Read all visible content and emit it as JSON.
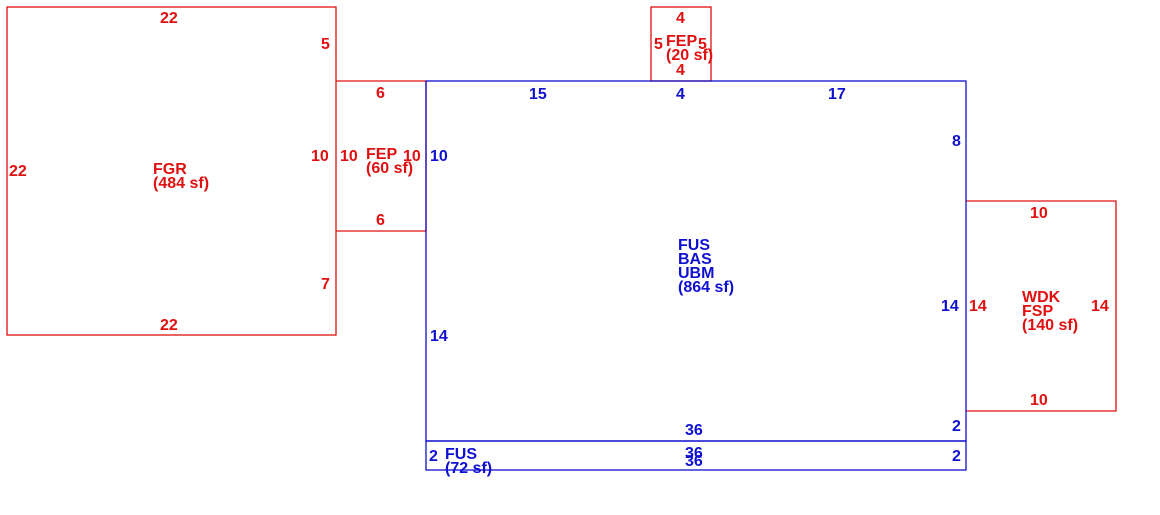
{
  "colors": {
    "red": "#e01010",
    "blue": "#1010d0"
  },
  "areas": {
    "fgr": {
      "code": "FGR",
      "size": "(484 sf)",
      "dims": {
        "top": "22",
        "bottom": "22",
        "left": "22",
        "right_upper": "5",
        "right_lower": "7",
        "right_mid": "10"
      }
    },
    "fep_west": {
      "code": "FEP",
      "size": "(60 sf)",
      "dims": {
        "top": "6",
        "bottom": "6",
        "left": "10",
        "right": "10"
      }
    },
    "fep_north": {
      "code": "FEP",
      "size": "(20 sf)",
      "dims": {
        "top": "4",
        "bottom": "4",
        "left": "5",
        "right": "5"
      }
    },
    "main": {
      "codes": [
        "FUS",
        "BAS",
        "UBM"
      ],
      "size": "(864 sf)",
      "dims": {
        "top_left": "15",
        "top_mid": "4",
        "top_right": "17",
        "right_upper": "8",
        "right_mid": "14",
        "right_lower": "2",
        "left_upper": "10",
        "left_lower": "14",
        "bottom": "36"
      }
    },
    "wdk": {
      "codes": [
        "WDK",
        "FSP"
      ],
      "size": "(140 sf)",
      "dims": {
        "top": "10",
        "bottom": "10",
        "left": "14",
        "right": "14"
      }
    },
    "fus_strip": {
      "code": "FUS",
      "size": "(72 sf)",
      "dims": {
        "top": "36",
        "bottom": "36",
        "left": "2",
        "right": "2"
      }
    }
  }
}
